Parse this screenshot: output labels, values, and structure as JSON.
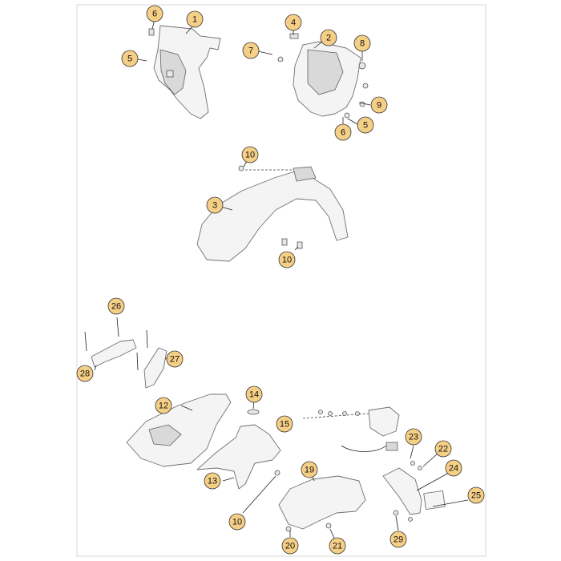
{
  "callouts": [
    {
      "id": "c1",
      "label": "1"
    },
    {
      "id": "c2",
      "label": "2"
    },
    {
      "id": "c3",
      "label": "3"
    },
    {
      "id": "c4",
      "label": "4"
    },
    {
      "id": "c5a",
      "label": "5"
    },
    {
      "id": "c5b",
      "label": "5"
    },
    {
      "id": "c6a",
      "label": "6"
    },
    {
      "id": "c6b",
      "label": "6"
    },
    {
      "id": "c7",
      "label": "7"
    },
    {
      "id": "c8",
      "label": "8"
    },
    {
      "id": "c9",
      "label": "9"
    },
    {
      "id": "c10a",
      "label": "10"
    },
    {
      "id": "c10b",
      "label": "10"
    },
    {
      "id": "c10c",
      "label": "10"
    },
    {
      "id": "c12",
      "label": "12"
    },
    {
      "id": "c13",
      "label": "13"
    },
    {
      "id": "c14",
      "label": "14"
    },
    {
      "id": "c15",
      "label": "15"
    },
    {
      "id": "c19",
      "label": "19"
    },
    {
      "id": "c20",
      "label": "20"
    },
    {
      "id": "c21",
      "label": "21"
    },
    {
      "id": "c22",
      "label": "22"
    },
    {
      "id": "c23",
      "label": "23"
    },
    {
      "id": "c24",
      "label": "24"
    },
    {
      "id": "c25",
      "label": "25"
    },
    {
      "id": "c26",
      "label": "26"
    },
    {
      "id": "c27",
      "label": "27"
    },
    {
      "id": "c28",
      "label": "28"
    },
    {
      "id": "c29",
      "label": "29"
    }
  ],
  "colors": {
    "callout_fill": "#f6cf87",
    "part_fill": "#f4f4f4",
    "line": "#333333"
  }
}
